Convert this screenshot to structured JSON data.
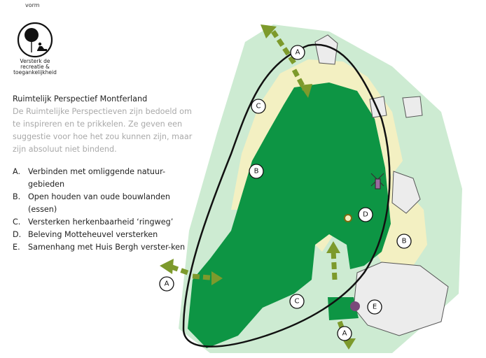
{
  "header": {
    "top_label": "vorm"
  },
  "logo": {
    "icon": "tree-reclining-person-icon",
    "lines": [
      "Versterk de",
      "recreatie &",
      "toegankelijkheid"
    ]
  },
  "text": {
    "title": "Ruimtelijk Perspectief Montferland",
    "intro": "De Ruimtelijke Perspectieven zijn bedoeld om te inspireren en te prikkelen. Ze geven een suggestie voor hoe het zou kunnen zijn, maar zijn absoluut niet bindend.",
    "items": [
      {
        "key": "A.",
        "label": "Verbinden met omliggende natuur-gebieden"
      },
      {
        "key": "B.",
        "label": "Open houden van oude bouwlanden (essen)"
      },
      {
        "key": "C.",
        "label": "Versterken herkenbaarheid ‘ringweg’"
      },
      {
        "key": "D.",
        "label": "Beleving Motteheuvel versterken"
      },
      {
        "key": "E.",
        "label": "Samenhang met Huis Bergh verster-ken"
      }
    ]
  },
  "map": {
    "labels": {
      "a": "A",
      "b": "B",
      "c": "C",
      "d": "D",
      "e": "E"
    },
    "colors": {
      "nature_light": "#cdebd2",
      "forest": "#0d9544",
      "essen": "#f3f0c2",
      "arrow": "#7d9a2c",
      "buildings": "#ececec",
      "ring": "#111111"
    }
  }
}
